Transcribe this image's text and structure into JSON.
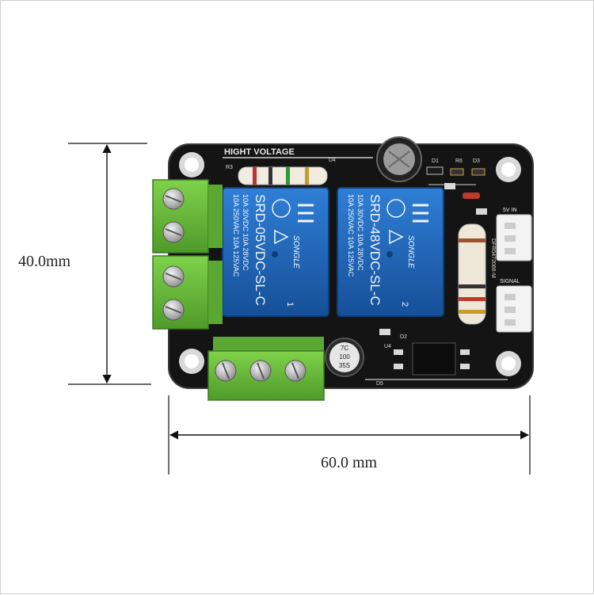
{
  "dimensions": {
    "height_label": "40.0mm",
    "width_label": "60.0 mm"
  },
  "board": {
    "silkscreen_title": "HIGHT VOLTAGE",
    "connector_top": "5V IN",
    "connector_bottom": "SIGNAL",
    "part_labels": [
      "R3",
      "D4",
      "D1",
      "R6",
      "D3",
      "D2",
      "U4",
      "D5"
    ],
    "board_id": "DFR0472066-M"
  },
  "relays": [
    {
      "line1": "10A 250VAC  10A 125VAC",
      "line2": "10A 30VDC  10A 28VDC",
      "model": "SRD-05VDC-SL-C",
      "brand": "SONGLE",
      "number": "1"
    },
    {
      "line1": "10A 250VAC  10A 125VAC",
      "line2": "10A 30VDC  10A 28VDC",
      "model": "SRD-48VDC-SL-C",
      "brand": "SONGLE",
      "number": "2"
    }
  ],
  "capacitor_small": {
    "line1": "7C",
    "line2": "100",
    "line3": "35S"
  },
  "colors": {
    "board": "#141414",
    "relay": "#1e63b8",
    "terminal": "#6dbf3a",
    "dimension_line": "#111111"
  }
}
